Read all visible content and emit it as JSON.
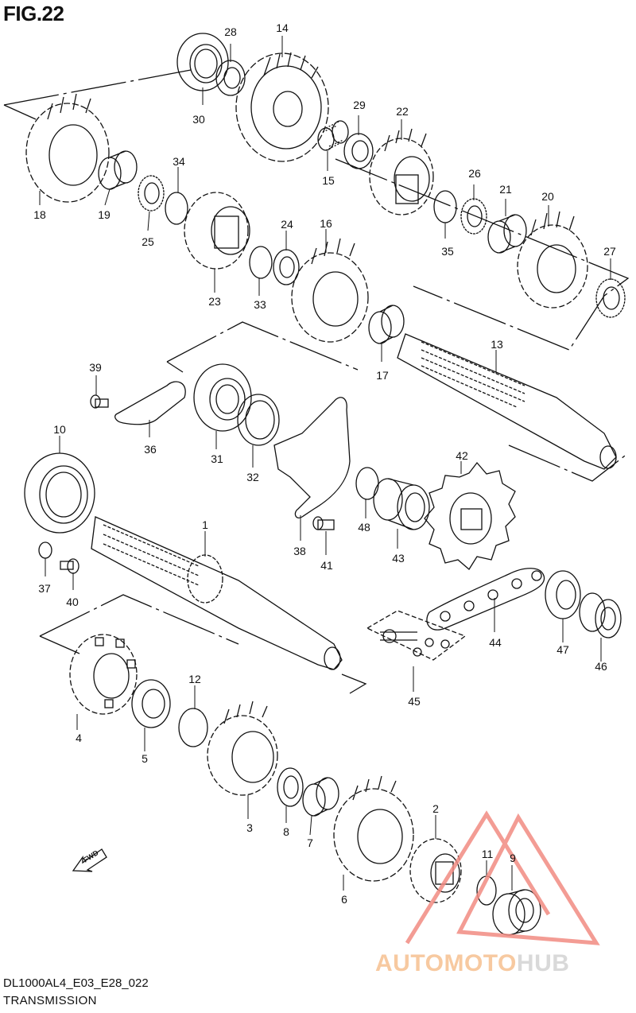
{
  "figure": {
    "title": "FIG.22",
    "code": "DL1000AL4_E03_E28_022",
    "caption": "TRANSMISSION"
  },
  "watermark": {
    "part1": "AUTOMOTO",
    "part2": "HUB",
    "color_orange": "#f7c9a0",
    "color_gray": "#d9d9d9",
    "triangle_color": "#f28b82"
  },
  "fwd_label": "FWD",
  "callouts": [
    {
      "id": "l1",
      "text": "1"
    },
    {
      "id": "l2",
      "text": "2"
    },
    {
      "id": "l3",
      "text": "3"
    },
    {
      "id": "l4",
      "text": "4"
    },
    {
      "id": "l5",
      "text": "5"
    },
    {
      "id": "l6",
      "text": "6"
    },
    {
      "id": "l7",
      "text": "7"
    },
    {
      "id": "l8",
      "text": "8"
    },
    {
      "id": "l9",
      "text": "9"
    },
    {
      "id": "l10",
      "text": "10"
    },
    {
      "id": "l11",
      "text": "11"
    },
    {
      "id": "l12",
      "text": "12"
    },
    {
      "id": "l13",
      "text": "13"
    },
    {
      "id": "l14",
      "text": "14"
    },
    {
      "id": "l15",
      "text": "15"
    },
    {
      "id": "l16",
      "text": "16"
    },
    {
      "id": "l17",
      "text": "17"
    },
    {
      "id": "l18",
      "text": "18"
    },
    {
      "id": "l19",
      "text": "19"
    },
    {
      "id": "l20",
      "text": "20"
    },
    {
      "id": "l21",
      "text": "21"
    },
    {
      "id": "l22",
      "text": "22"
    },
    {
      "id": "l23",
      "text": "23"
    },
    {
      "id": "l24",
      "text": "24"
    },
    {
      "id": "l25",
      "text": "25"
    },
    {
      "id": "l26",
      "text": "26"
    },
    {
      "id": "l27",
      "text": "27"
    },
    {
      "id": "l28",
      "text": "28"
    },
    {
      "id": "l29",
      "text": "29"
    },
    {
      "id": "l30",
      "text": "30"
    },
    {
      "id": "l31",
      "text": "31"
    },
    {
      "id": "l32",
      "text": "32"
    },
    {
      "id": "l33",
      "text": "33"
    },
    {
      "id": "l34",
      "text": "34"
    },
    {
      "id": "l35",
      "text": "35"
    },
    {
      "id": "l36",
      "text": "36"
    },
    {
      "id": "l37",
      "text": "37"
    },
    {
      "id": "l38",
      "text": "38"
    },
    {
      "id": "l39",
      "text": "39"
    },
    {
      "id": "l40",
      "text": "40"
    },
    {
      "id": "l41",
      "text": "41"
    },
    {
      "id": "l42",
      "text": "42"
    },
    {
      "id": "l43",
      "text": "43"
    },
    {
      "id": "l44",
      "text": "44"
    },
    {
      "id": "l45",
      "text": "45"
    },
    {
      "id": "l46",
      "text": "46"
    },
    {
      "id": "l47",
      "text": "47"
    },
    {
      "id": "l48",
      "text": "48"
    }
  ]
}
